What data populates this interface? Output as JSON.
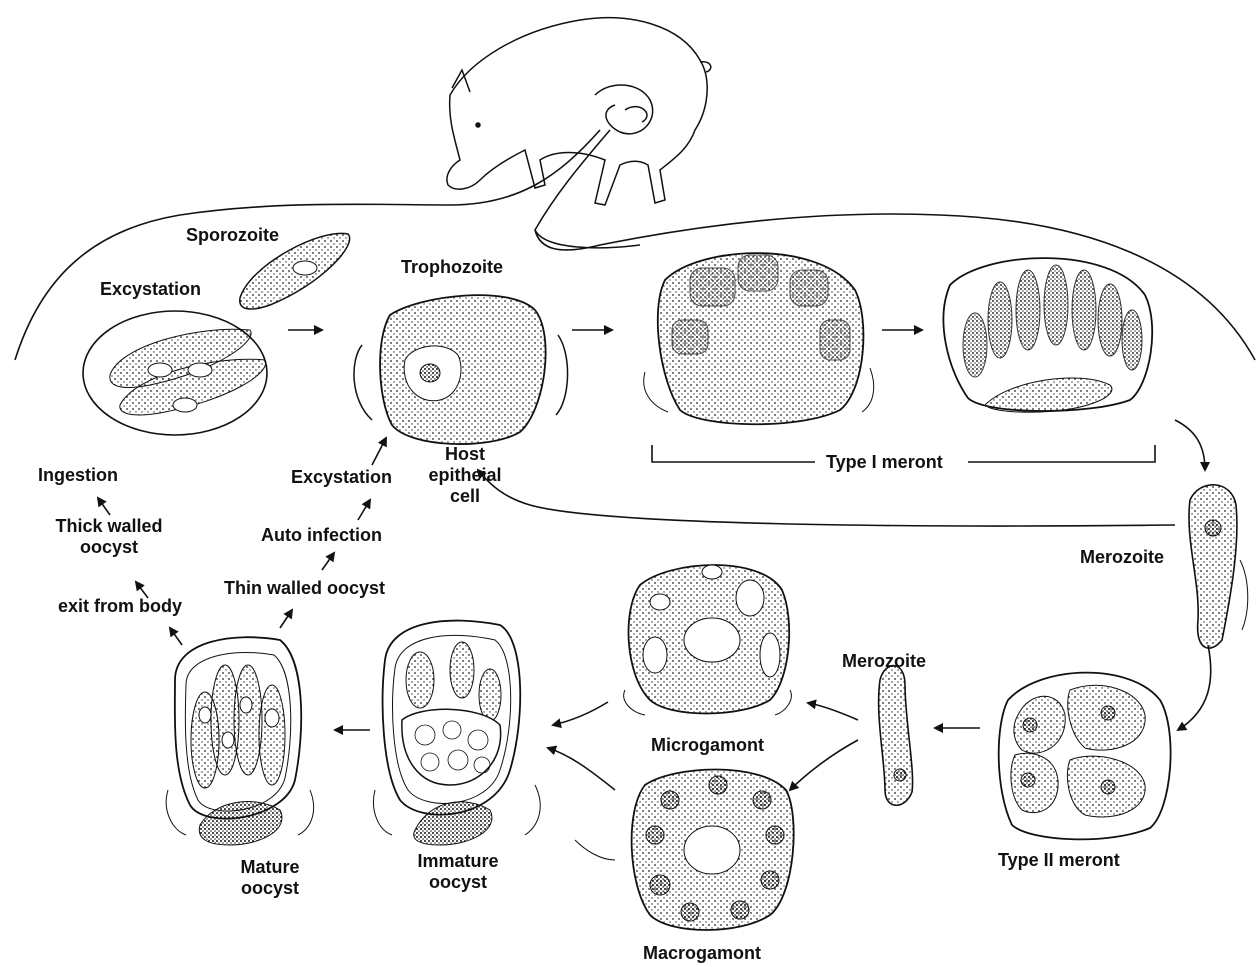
{
  "labels": {
    "sporozoite": "Sporozoite",
    "excystation_top": "Excystation",
    "trophozoite": "Trophozoite",
    "host_cell": [
      "Host",
      "epitheial",
      "cell"
    ],
    "type1_meront": "Type I meront",
    "merozoite_right": "Merozoite",
    "merozoite_mid": "Merozoite",
    "microgamont": "Microgamont",
    "macrogamont": "Macrogamont",
    "type2_meront": "Type II meront",
    "immature_oocyst": [
      "Immature",
      "oocyst"
    ],
    "mature_oocyst": [
      "Mature",
      "oocyst"
    ],
    "ingestion": "Ingestion",
    "thick_walled_oocyst": [
      "Thick walled",
      "oocyst"
    ],
    "exit_from_body": "exit from body",
    "excystation_mid": "Excystation",
    "auto_infection": "Auto infection",
    "thin_walled_oocyst": "Thin walled oocyst"
  },
  "icons": [
    "pig-host-illustration",
    "cell-stage-illustrations"
  ]
}
